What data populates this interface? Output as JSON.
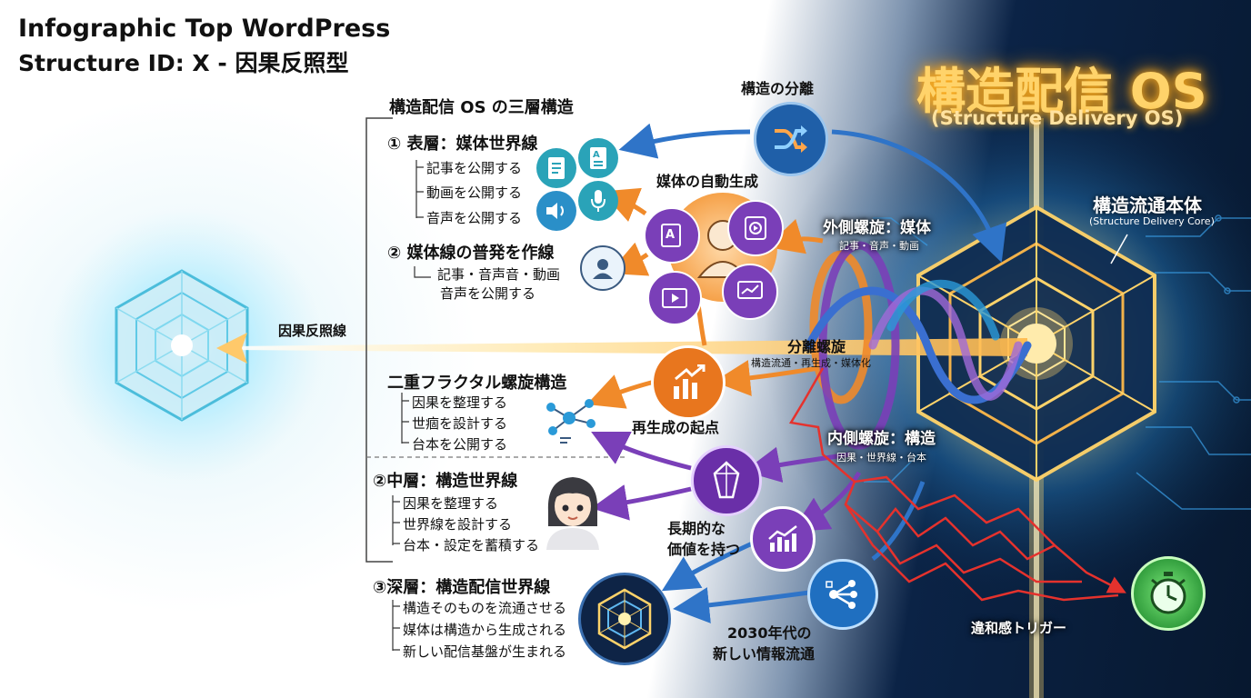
{
  "header": {
    "title_line1": "Infographic Top WordPress",
    "title_line2": "Structure ID: X - 因果反照型"
  },
  "os": {
    "title": "構造配信 OS",
    "subtitle": "(Structure Delivery OS)",
    "core_label": "構造流通本体",
    "core_sub": "(Structure Delivery Core)"
  },
  "left": {
    "beam_label": "因果反照線"
  },
  "three_layer": {
    "heading": "構造配信 OS の三層構造",
    "surface": {
      "title": "① 表層：媒体世界線",
      "items": [
        "記事を公開する",
        "動画を公開する",
        "音声を公開する"
      ]
    },
    "burst": {
      "title": "② 媒体線の普発を作線",
      "items": [
        "記事・音声音・動画",
        "音声を公開する"
      ]
    },
    "fractal": {
      "title": "二重フラクタル螺旋構造",
      "items": [
        "因果を整理する",
        "世痼を設計する",
        "台本を公開する"
      ]
    },
    "middle": {
      "title": "②中層：構造世界線",
      "items": [
        "因果を整理する",
        "世界線を設計する",
        "台本・設定を蓄積する"
      ]
    },
    "deep": {
      "title": "③深層：構造配信世界線",
      "items": [
        "構造そのものを流通させる",
        "媒体は構造から生成される",
        "新しい配信基盤が生まれる"
      ]
    }
  },
  "center": {
    "separation": "構造の分離",
    "auto_gen": "媒体の自動生成",
    "regen": "再生成の起点",
    "long_term_1": "長期的な",
    "long_term_2": "価値を持つ",
    "era_1": "2030年代の",
    "era_2": "新しい情報流通"
  },
  "spiral": {
    "outer_title": "外側螺旋：媒体",
    "outer_sub": "記事・音声・動画",
    "sep_title": "分離螺旋",
    "sep_sub": "構造流通・再生成・媒体化",
    "inner_title": "内側螺旋：構造",
    "inner_sub": "因果・世界線・台本"
  },
  "trigger": {
    "label": "違和感トリガー"
  },
  "colors": {
    "blue": "#2f74c8",
    "orange": "#f08a2a",
    "purple": "#7a3fb8",
    "red": "#e5322d",
    "gold": "#ffd36a",
    "green": "#3aa94a"
  },
  "icons": [
    "document-icon",
    "article-icon",
    "speaker-icon",
    "microphone-icon",
    "person-icon",
    "shuffle-icon",
    "video-icon",
    "chart-icon",
    "growth-icon",
    "network-icon",
    "crystal-icon",
    "bar-chart-icon",
    "share-icon",
    "hexagon-core-icon",
    "stopwatch-icon"
  ]
}
